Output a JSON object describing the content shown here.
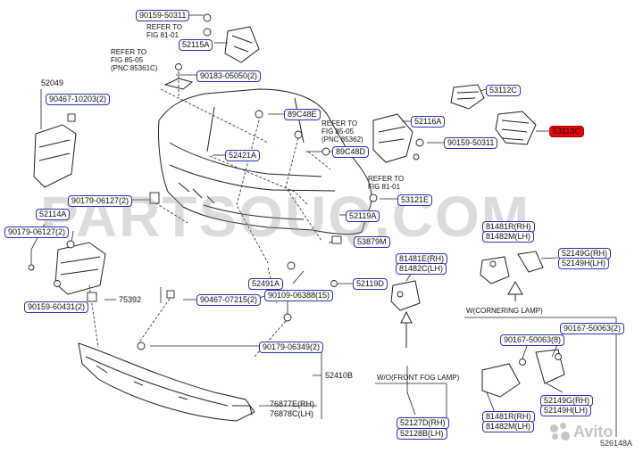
{
  "callouts": {
    "c90159_50311_a": "90159-50311",
    "c52115A": "52115A",
    "c90183_05050": "90183-05050(2)",
    "c52049": "52049",
    "c90467_10203": "90467-10203(2)",
    "c89C48E": "89C48E",
    "c52421A": "52421A",
    "c89C48D": "89C48D",
    "c52116A": "52116A",
    "c90159_50311_b": "90159-50311",
    "c53112C": "53112C",
    "c53113C": "53113C",
    "c90179_06127_a": "90179-06127(2)",
    "c53121E": "53121E",
    "c52114A": "52114A",
    "c90179_06127_b": "90179-06127(2)",
    "c52119A": "52119A",
    "c53879M": "53879M",
    "c81481R_a": "81481R(RH)",
    "c81482M_a": "81482M(LH)",
    "c52149G_a": "52149G(RH)",
    "c52149H_a": "52149H(LH)",
    "c81481E": "81481E(RH)",
    "c81482C": "81482C(LH)",
    "c52491A": "52491A",
    "c52119D": "52119D",
    "c90109_06388": "90109-06388(15)",
    "c90467_07215": "90467-07215(2)",
    "c90159_60431": "90159-60431(2)",
    "c75392": "75392",
    "c90167_50063_a": "90167-50063(8)",
    "c90167_50063_b": "90167-50063(2)",
    "c90179_06349": "90179-06349(2)",
    "c52410B": "52410B",
    "c52127D": "52127D(RH)",
    "c52128B": "52128B(LH)",
    "c81481R_b": "81481R(RH)",
    "c81482M_b": "81482M(LH)",
    "c52149G_b": "52149G(RH)",
    "c52149H_b": "52149H(LH)",
    "c76877E": "76877E(RH)",
    "c76878C": "76878C(LH)"
  },
  "refs": {
    "ref_fig81_top": "REFER TO\nFIG 81-01",
    "ref_fig85_left": "REFER TO\nFIG 85-05\n(PNC 85361C)",
    "ref_fig85_mid": "REFER TO\nFIG 85-05\n(PNC 85362)",
    "ref_fig81_mid": "REFER TO\nFIG 81-01",
    "fog_lamp": "W/O(FRONT FOG LAMP)",
    "cornering_lamp": "W(CORNERING LAMP)"
  },
  "watermark": "PARTSOUQ.COM",
  "avito": "Avito",
  "diagram_code": "526148A",
  "highlight_color": "#e8000b"
}
